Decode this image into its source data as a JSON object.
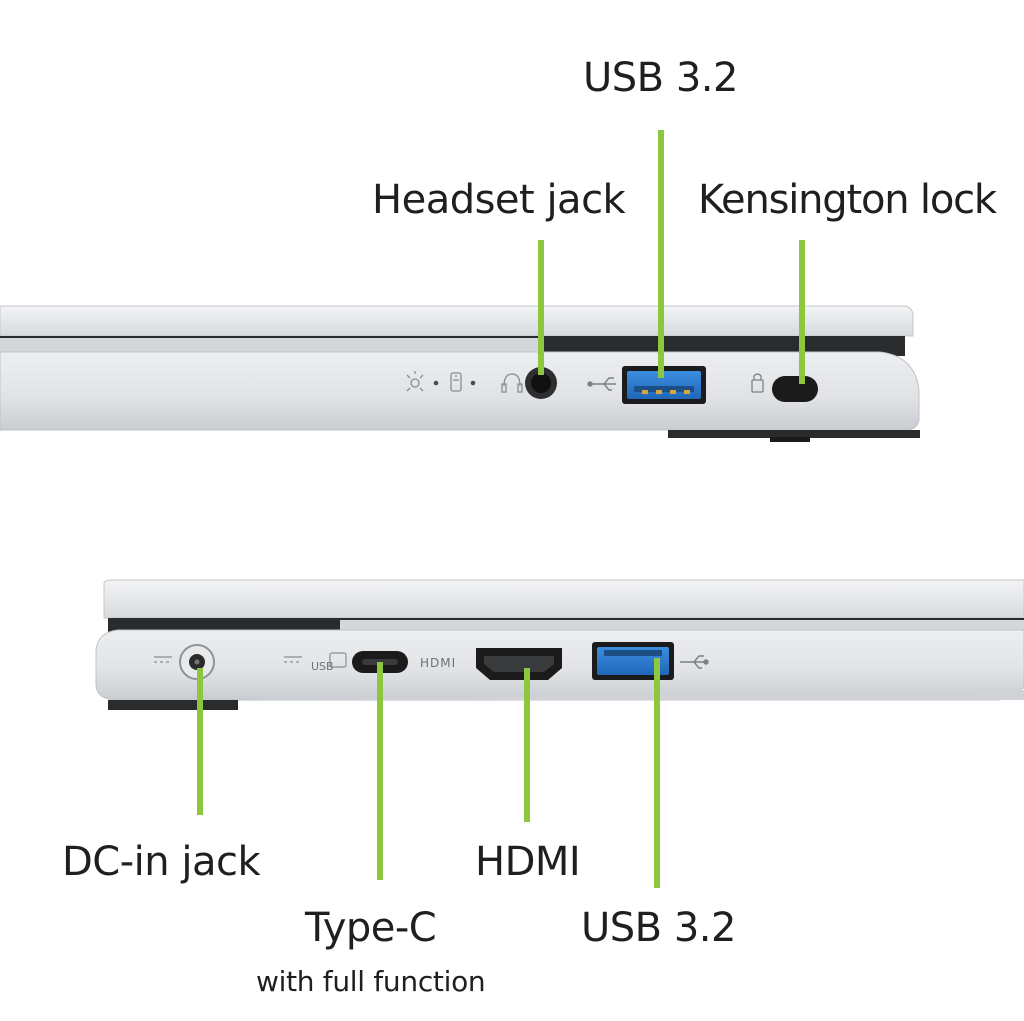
{
  "labels": {
    "usb_top": "USB 3.2",
    "headset_jack": "Headset jack",
    "kensington_lock": "Kensington lock",
    "dc_in_jack": "DC-in jack",
    "type_c": "Type-C",
    "type_c_note": "with full function",
    "hdmi": "HDMI",
    "usb_bottom": "USB 3.2"
  },
  "port_markings": {
    "usb_c_logo": "USB",
    "hdmi_logo": "HDMI"
  },
  "colors": {
    "callout_line": "#8dc63f",
    "laptop_silver": "#e4e6e8",
    "usb_port_blue": "#2f7fd1",
    "port_black": "#1b1b1b",
    "text": "#1f1f1f"
  }
}
